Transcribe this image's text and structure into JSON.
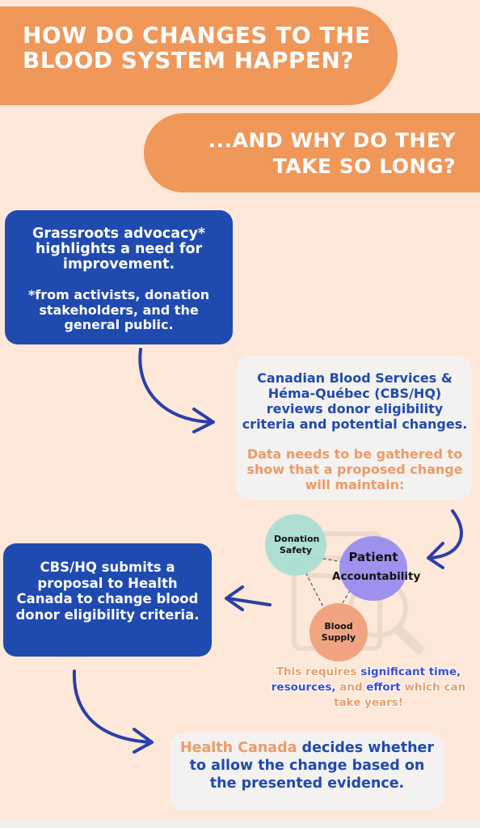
{
  "header": {
    "title": "HOW DO CHANGES TO THE BLOOD SYSTEM HAPPEN?",
    "subtitle": "...AND WHY DO THEY TAKE SO LONG?"
  },
  "steps": {
    "advocacy": {
      "text": "Grassroots advocacy* highlights a need for improvement.",
      "note": "*from activists, donation stakeholders, and the general public."
    },
    "review": {
      "text": "Canadian Blood Services & Héma-Québec (CBS/HQ) reviews donor eligibility criteria and potential changes.",
      "data_note": "Data needs to be gathered to show that a proposed change will maintain:"
    },
    "factors": {
      "donation_safety": "Donation Safety",
      "patient": "Patient",
      "accountability": "Accountability",
      "blood_supply": "Blood Supply"
    },
    "requires": {
      "part1": "This requires ",
      "significant_time": "significant time,",
      "resources": "resources,",
      "and": " and ",
      "effort": "effort",
      "part2": " which can take years!"
    },
    "submit": {
      "text": "CBS/HQ submits a proposal to Health Canada to change blood donor eligibility criteria."
    },
    "decide": {
      "highlight": "Health Canada",
      "text": " decides whether to allow the change based on the presented evidence."
    }
  },
  "colors": {
    "background": "#fde8d9",
    "orange": "#f0975a",
    "blue": "#1f4ab0",
    "light_box": "#f4f2f1"
  }
}
